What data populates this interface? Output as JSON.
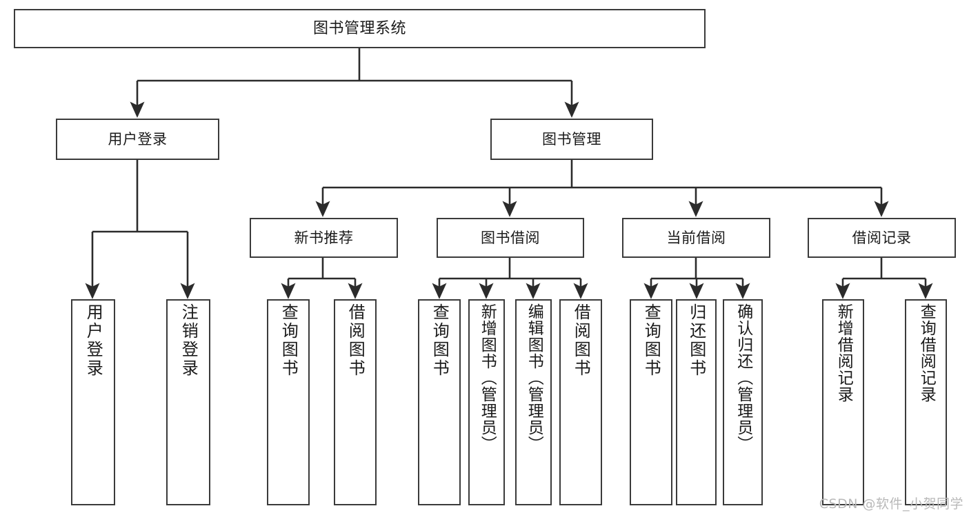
{
  "diagram": {
    "title": "图书管理系统",
    "type": "tree",
    "watermark": "CSDN @软件_小贺同学",
    "colors": {
      "box_border": "#3a3a3a",
      "box_fill": "#ffffff",
      "edge": "#2b2b2b",
      "text": "#1a1a1a",
      "watermark": "#b9b9b9",
      "background": "#ffffff"
    },
    "nodes": {
      "root": {
        "label": "图书管理系统"
      },
      "level2": [
        {
          "id": "user-login",
          "label": "用户登录"
        },
        {
          "id": "book-manage",
          "label": "图书管理"
        }
      ],
      "level3": [
        {
          "id": "new-book-recommend",
          "label": "新书推荐"
        },
        {
          "id": "book-borrow",
          "label": "图书借阅"
        },
        {
          "id": "current-borrow",
          "label": "当前借阅"
        },
        {
          "id": "borrow-record",
          "label": "借阅记录"
        }
      ],
      "leaves": [
        {
          "id": "leaf-user-login",
          "label": "用户登录",
          "parent": "user-login"
        },
        {
          "id": "leaf-user-logout",
          "label": "注销登录",
          "parent": "user-login"
        },
        {
          "id": "leaf-query-book-1",
          "label": "查询图书",
          "parent": "new-book-recommend"
        },
        {
          "id": "leaf-borrow-book-1",
          "label": "借阅图书",
          "parent": "new-book-recommend"
        },
        {
          "id": "leaf-query-book-2",
          "label": "查询图书",
          "parent": "book-borrow"
        },
        {
          "id": "leaf-add-book",
          "label": "新增图书（管理员）",
          "parent": "book-borrow"
        },
        {
          "id": "leaf-edit-book",
          "label": "编辑图书（管理员）",
          "parent": "book-borrow"
        },
        {
          "id": "leaf-borrow-book-2",
          "label": "借阅图书",
          "parent": "book-borrow"
        },
        {
          "id": "leaf-query-book-3",
          "label": "查询图书",
          "parent": "current-borrow"
        },
        {
          "id": "leaf-return-book",
          "label": "归还图书",
          "parent": "current-borrow"
        },
        {
          "id": "leaf-confirm-return",
          "label": "确认归还（管理员）",
          "parent": "current-borrow"
        },
        {
          "id": "leaf-add-record",
          "label": "新增借阅记录",
          "parent": "borrow-record"
        },
        {
          "id": "leaf-query-record",
          "label": "查询借阅记录",
          "parent": "borrow-record"
        }
      ]
    }
  }
}
